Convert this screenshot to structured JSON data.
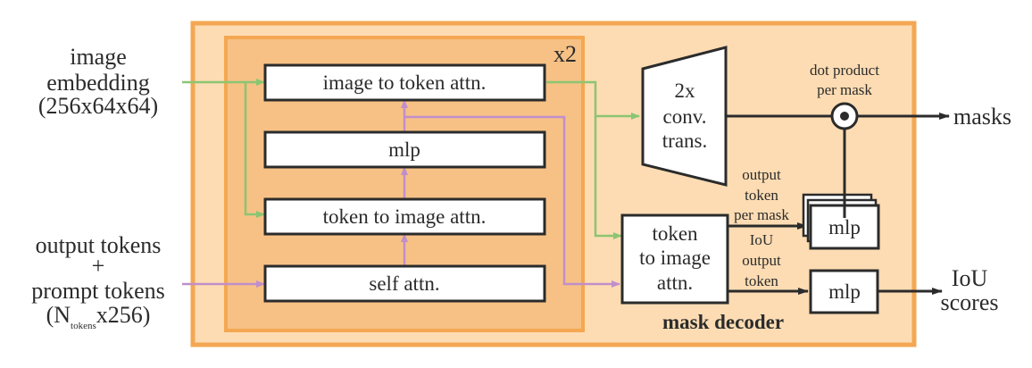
{
  "inputs": {
    "image_embedding": [
      "image",
      "embedding",
      "(256x64x64)"
    ],
    "tokens": {
      "line1": "output tokens",
      "line2": "+",
      "line3": "prompt tokens",
      "line4_pre": "(N",
      "line4_sub": "tokens",
      "line4_post": "x256)"
    }
  },
  "transformer": {
    "repeat_label": "x2",
    "blocks": {
      "image_to_token": "image to token attn.",
      "mlp": "mlp",
      "token_to_image": "token to image attn.",
      "self_attn": "self attn."
    }
  },
  "decoder": {
    "title": "mask decoder",
    "conv_trans": [
      "2x",
      "conv.",
      "trans."
    ],
    "final_attn": [
      "token",
      "to image",
      "attn."
    ],
    "dot_product_label": [
      "dot product",
      "per mask"
    ],
    "output_token_label": [
      "output",
      "token",
      "per mask"
    ],
    "iou_token_label": [
      "IoU",
      "output",
      "token"
    ],
    "mask_mlp": "mlp",
    "iou_mlp": "mlp"
  },
  "outputs": {
    "masks": "masks",
    "iou_scores": [
      "IoU",
      "scores"
    ]
  },
  "colors": {
    "outer_fill": "#fddcb3",
    "outer_border": "#f4a752",
    "inner_fill": "#f7c185",
    "image_path": "#8bc572",
    "token_path": "#c08fca",
    "ink": "#2b2b2b"
  }
}
